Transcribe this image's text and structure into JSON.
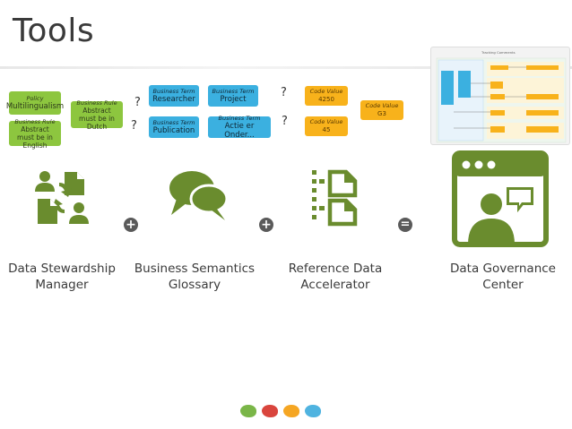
{
  "slide": {
    "title": "Tools"
  },
  "cards": {
    "policy": {
      "type": "Policy",
      "value": "Multilingualism"
    },
    "rule_english": {
      "type": "Business Rule",
      "value": "Abstract must be in English"
    },
    "rule_dutch": {
      "type": "Business Rule",
      "value": "Abstract must be in Dutch"
    },
    "term_researcher": {
      "type": "Business Term",
      "value": "Researcher"
    },
    "term_project": {
      "type": "Business Term",
      "value": "Project"
    },
    "term_publication": {
      "type": "Business Term",
      "value": "Publication"
    },
    "term_actie": {
      "type": "Business Term",
      "value": "Actie er Onder..."
    },
    "code_4250": {
      "type": "Code Value",
      "value": "4250"
    },
    "code_45": {
      "type": "Code Value",
      "value": "45"
    },
    "code_g3": {
      "type": "Code Value",
      "value": "G3"
    }
  },
  "question_marks": [
    "?",
    "?",
    "?",
    "?"
  ],
  "operators": {
    "plus1": "+",
    "plus2": "+",
    "equals": "="
  },
  "tools": [
    {
      "name": "Data Stewardship Manager",
      "line1": "Data Stewardship",
      "line2": "Manager",
      "icon": "stewardship-icon"
    },
    {
      "name": "Business Semantics Glossary",
      "line1": "Business Semantics",
      "line2": "Glossary",
      "icon": "speech-bubbles-icon"
    },
    {
      "name": "Reference Data Accelerator",
      "line1": "Reference Data",
      "line2": "Accelerator",
      "icon": "reference-documents-icon"
    },
    {
      "name": "Data Governance Center",
      "line1": "Data Governance",
      "line2": "Center",
      "icon": "browser-window-person-icon"
    }
  ],
  "diagram": {
    "title": "Tracking Comments"
  },
  "colors": {
    "icon_green": "#6a8c2e",
    "card_green": "#8dc63f",
    "card_blue": "#3bb0e0",
    "card_orange": "#f8b21b",
    "operator_gray": "#5a5a5a",
    "dot_green": "#7ab648",
    "dot_red": "#d9453d",
    "dot_orange": "#f5a623",
    "dot_blue": "#4fb3e0"
  }
}
